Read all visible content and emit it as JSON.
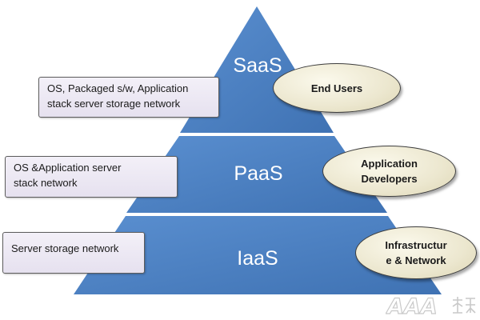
{
  "tiers": [
    {
      "label": "SaaS"
    },
    {
      "label": "PaaS"
    },
    {
      "label": "IaaS"
    }
  ],
  "descriptions": [
    {
      "line1": "OS, Packaged s/w, Application",
      "line2": "stack server storage network"
    },
    {
      "line1": "OS &Application server",
      "line2": "stack network"
    },
    {
      "line1": "Server storage network"
    }
  ],
  "roles": [
    {
      "line1": "End Users"
    },
    {
      "line1": "Application",
      "line2": "Developers"
    },
    {
      "line1": "Infrastructur",
      "line2": "e & Network"
    }
  ],
  "watermark": {
    "text": "AAA"
  },
  "colors": {
    "pyramid_fill": "#4b7fc0",
    "pyramid_divider": "#ffffff",
    "box_border": "#5d5d5d",
    "ellipse_fill": "#ece7cf"
  }
}
